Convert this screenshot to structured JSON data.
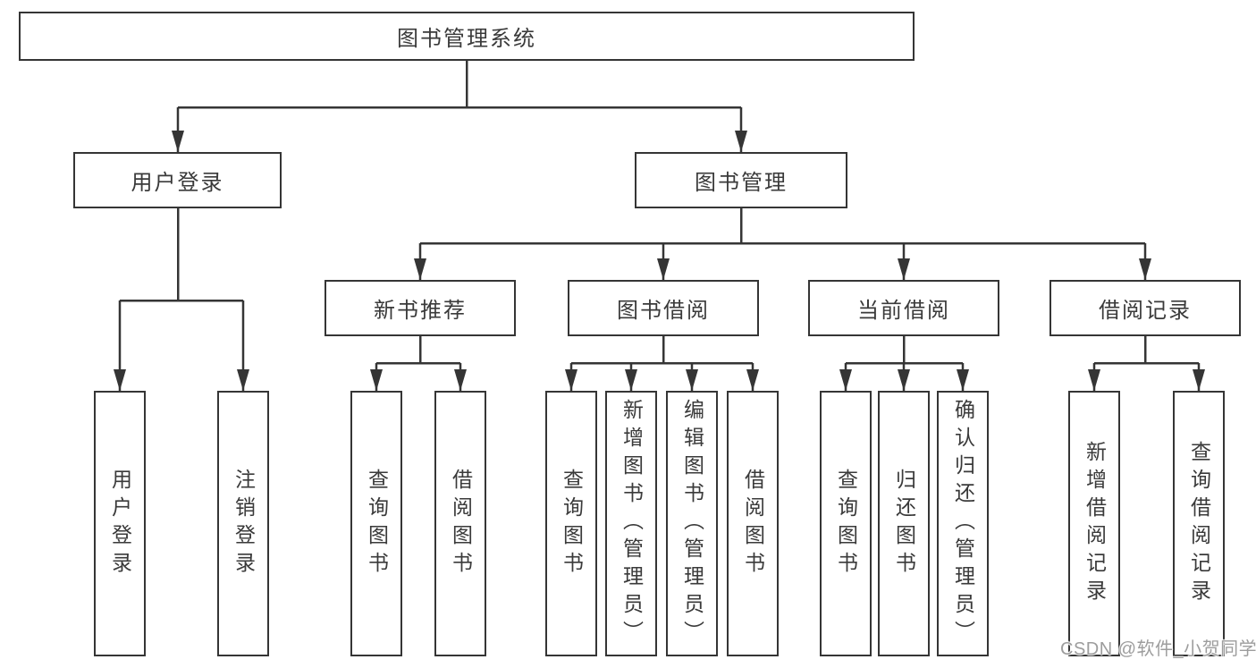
{
  "root": {
    "label": "图书管理系统"
  },
  "level2": {
    "user_login": {
      "label": "用户登录",
      "leaves": [
        "用户登录",
        "注销登录"
      ]
    },
    "book_mgmt": {
      "label": "图书管理"
    }
  },
  "level3": {
    "new_book": {
      "label": "新书推荐",
      "leaves": [
        "查询图书",
        "借阅图书"
      ]
    },
    "borrow": {
      "label": "图书借阅",
      "leaves": [
        "查询图书",
        "新增图书（管理员）",
        "编辑图书（管理员）",
        "借阅图书"
      ]
    },
    "current": {
      "label": "当前借阅",
      "leaves": [
        "查询图书",
        "归还图书",
        "确认归还（管理员）"
      ]
    },
    "records": {
      "label": "借阅记录",
      "leaves": [
        "新增借阅记录",
        "查询借阅记录"
      ]
    }
  },
  "watermark": "CSDN @软件_小贺同学",
  "colors": {
    "line": "#353535",
    "text": "#3a3a3a",
    "box_background": "#ffffff",
    "page_background": "#ffffff",
    "watermark": "#9d9d9d"
  }
}
